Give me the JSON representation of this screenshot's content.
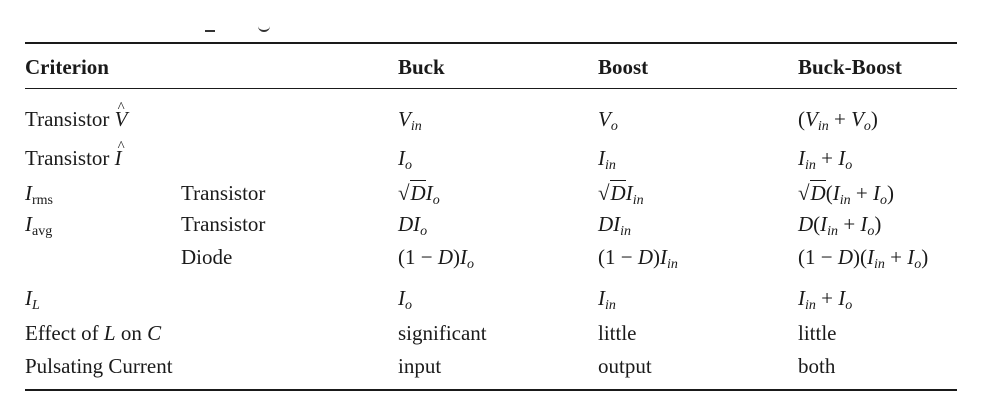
{
  "header": {
    "criterion": "Criterion",
    "buck": "Buck",
    "boost": "Boost",
    "buck_boost": "Buck-Boost"
  },
  "rows": {
    "transistor_v": {
      "label_prefix": "Transistor ",
      "symbol": "V"
    },
    "transistor_i": {
      "label_prefix": "Transistor ",
      "symbol": "I"
    },
    "irms": {
      "symbol": "I",
      "sub": "rms",
      "component": "Transistor"
    },
    "iavg": {
      "symbol": "I",
      "sub": "avg",
      "component": "Transistor"
    },
    "diode": {
      "component": "Diode"
    },
    "il": {
      "symbol": "I",
      "sub": "L"
    },
    "effect": {
      "label_a": "Effect of ",
      "label_l": "L",
      "label_b": " on ",
      "label_c": "C",
      "buck": "significant",
      "boost": "little",
      "buck_boost": "little"
    },
    "pulsating": {
      "label": "Pulsating Current",
      "buck": "input",
      "boost": "output",
      "buck_boost": "both"
    }
  },
  "math": {
    "V": "V",
    "I": "I",
    "D": "D",
    "in": "in",
    "o": "o",
    "plus": " + ",
    "minus": " − ",
    "lp": "(",
    "rp": ")",
    "one": "1",
    "sqrt": "√"
  }
}
